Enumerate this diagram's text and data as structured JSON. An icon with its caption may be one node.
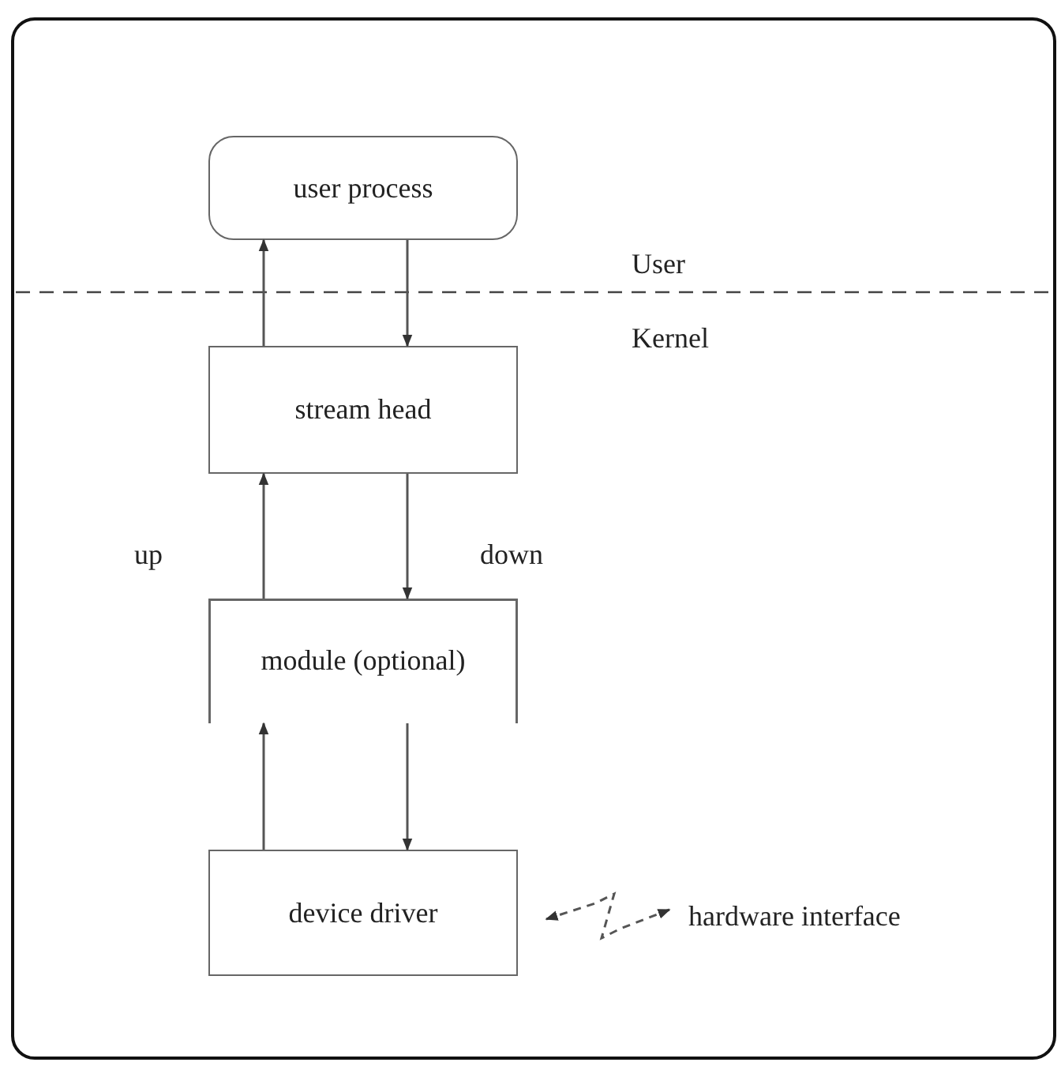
{
  "diagram": {
    "nodes": [
      {
        "text": [
          "user process"
        ]
      },
      {
        "text": [
          "stream head"
        ]
      },
      {
        "text": [
          "module (optional)"
        ]
      },
      {
        "text": [
          "device driver"
        ]
      },
      {
        "text": [
          "hardware interface"
        ]
      }
    ],
    "edges": [
      {
        "from": 1,
        "to": 0,
        "arrow": "to"
      },
      {
        "from": 0,
        "to": 1,
        "arrow": "to"
      },
      {
        "from": 2,
        "to": 1,
        "arrow": "to"
      },
      {
        "from": 1,
        "to": 2,
        "arrow": "to"
      },
      {
        "from": 3,
        "to": 2,
        "arrow": "to"
      },
      {
        "from": 2,
        "to": 3,
        "arrow": "to"
      },
      {
        "from": 3,
        "to": 4,
        "arrow": "both",
        "style": "dashed"
      }
    ],
    "labels": [
      "User",
      "Kernel",
      "up",
      "down"
    ]
  }
}
